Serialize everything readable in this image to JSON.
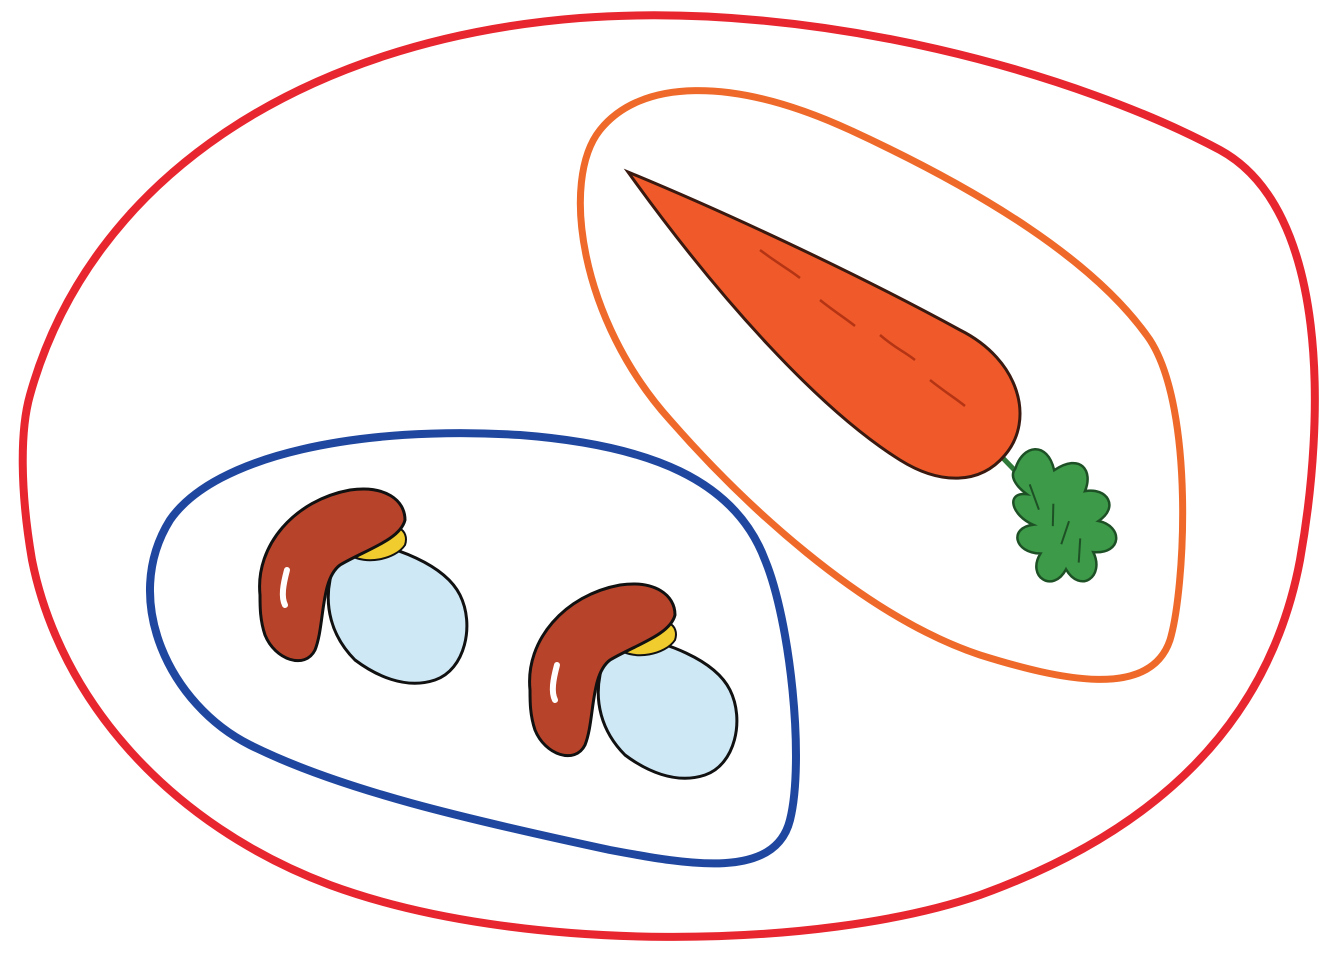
{
  "diagram": {
    "kind": "euler-diagram",
    "labels": [],
    "sets": [
      {
        "id": "outer",
        "color": "#e8262f",
        "contains": [
          "mushrooms",
          "carrot"
        ]
      },
      {
        "id": "mushrooms",
        "color": "#1f47a0",
        "contains_items": [
          {
            "type": "mushroom-icon",
            "count": 2
          }
        ]
      },
      {
        "id": "carrot",
        "color": "#ef6a2a",
        "contains_items": [
          {
            "type": "carrot-icon",
            "count": 1
          }
        ]
      }
    ]
  },
  "colors": {
    "outer_outline": "#e8262f",
    "mushroom_group_outline": "#1f47a0",
    "carrot_group_outline": "#ef6a2a",
    "mushroom_cap": "#b7442a",
    "mushroom_stem": "#cfe8f5",
    "mushroom_gill": "#f1cc2e",
    "carrot_body": "#f05a2a",
    "carrot_leaves": "#3c9a48"
  }
}
